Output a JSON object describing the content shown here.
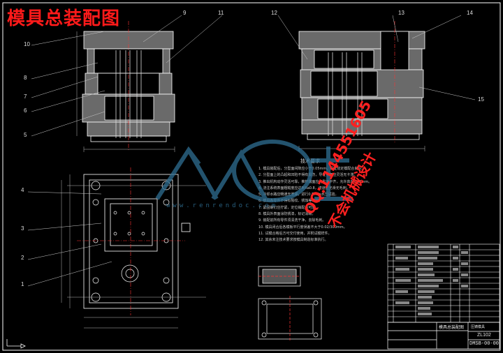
{
  "drawing_title": "模具总装配图",
  "callouts_top_left": [
    "10",
    "8",
    "7",
    "6",
    "5",
    "9",
    "11"
  ],
  "callouts_top_right": [
    "12",
    "13",
    "14",
    "15"
  ],
  "callouts_bottom_left": [
    "4",
    "3",
    "2",
    "1"
  ],
  "watermark": {
    "logo_text": "人人文库",
    "url": "www.renrendoc.com",
    "qq": "QQ:1144551605",
    "shop": "不会机械设计"
  },
  "tech_requirements": {
    "title": "技术要求",
    "items": [
      "1. 模具装配后，分型面间隙应小于0.05mm，保证动定模配合良好。",
      "2. 分型面上的凸起和凹陷不得有损伤，导柱导套应灵活无卡滞。",
      "3. 推出机构动作灵活可靠，推杆端面应与型面平齐，允许高出0.05mm。",
      "4. 浇注系统表面粗糙度应达到Ra0.8，流道应光滑无毛刺。",
      "5. 冷却水路应畅通无泄漏，进行0.5MPa水压试验。",
      "6. 模具各零件不得有裂纹、锈蚀等缺陷。",
      "7. 紧固螺钉应拧紧，定位销配合可靠。",
      "8. 模具外表面涂防锈漆，标记清晰。",
      "9. 装配前所有零件须清洗干净，去除毛刺。",
      "10. 模具闭合后各模板平行度误差不大于0.02/300mm。",
      "11. 试模合格后方可交付使用，并附试模样件。",
      "12. 其余未注技术要求按模具制造标准执行。"
    ]
  },
  "title_block": {
    "name": "模具总装配图",
    "material": "ZL102",
    "product": "压铸模具",
    "drawing_no": "DMSB-00-00"
  }
}
